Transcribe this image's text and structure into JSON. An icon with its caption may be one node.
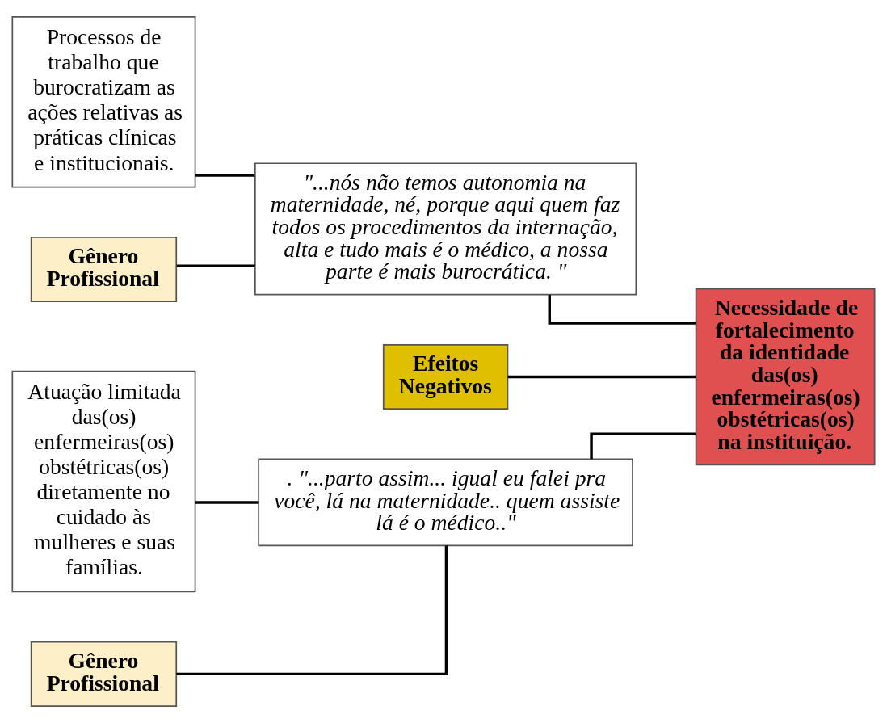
{
  "diagram": {
    "nodes": [
      {
        "text": [
          "Processos de trabalho que burocratizam as ações relativas as práticas clínicas e institucionais."
        ]
      },
      {
        "text": [
          "\"...nós não temos autonomia na maternidade, né, porque aqui quem faz todos os procedimentos da internação, alta e tudo mais é o médico, a nossa parte é mais burocrática. \""
        ]
      },
      {
        "text": [
          "Gênero Profissional"
        ]
      },
      {
        "text": [
          "Efeitos Negativos"
        ]
      },
      {
        "text": [
          "Necessidade de fortalecimento da identidade das(os) enfermeiras(os) obstétricas(os) na instituição."
        ]
      },
      {
        "text": [
          "Atuação limitada das(os) enfermeiras(os) obstétricas(os) diretamente no cuidado às mulheres e suas famílias."
        ]
      },
      {
        "text": [
          ". \"...parto assim... igual eu falei pra você, lá na maternidade.. quem assiste lá é o médico..\""
        ]
      },
      {
        "text": [
          "Gênero Profissional"
        ]
      }
    ],
    "edges": [
      {
        "from": 0,
        "to": 1,
        "arrow": "none"
      },
      {
        "from": 2,
        "to": 1,
        "arrow": "none"
      },
      {
        "from": 1,
        "to": 4,
        "arrow": "none"
      },
      {
        "from": 3,
        "to": 4,
        "arrow": "none"
      },
      {
        "from": 6,
        "to": 4,
        "arrow": "none"
      },
      {
        "from": 5,
        "to": 6,
        "arrow": "none"
      },
      {
        "from": 7,
        "to": 6,
        "arrow": "none"
      }
    ]
  }
}
